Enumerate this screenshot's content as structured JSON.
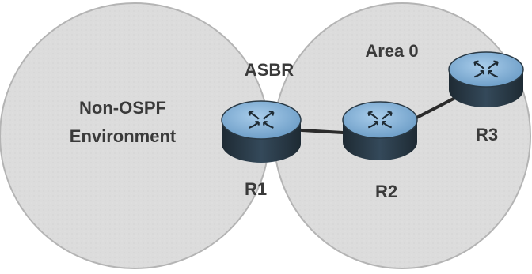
{
  "diagram": {
    "regions": [
      {
        "id": "non-ospf",
        "lines": [
          "Non-OSPF",
          "Environment"
        ]
      },
      {
        "id": "area-0",
        "label": "Area 0"
      }
    ],
    "routers": [
      {
        "id": "r1",
        "label": "R1",
        "role": "ASBR"
      },
      {
        "id": "r2",
        "label": "R2"
      },
      {
        "id": "r3",
        "label": "R3"
      }
    ],
    "links": [
      {
        "from": "R1",
        "to": "R2"
      },
      {
        "from": "R2",
        "to": "R3"
      }
    ],
    "colors": {
      "region_fill": "#dcdcdc",
      "region_stroke": "#b4b4b4",
      "router_top": "#8ab6dc",
      "router_side": "#24323d",
      "link": "#2b2b2b",
      "text": "#3a3a3a"
    }
  }
}
